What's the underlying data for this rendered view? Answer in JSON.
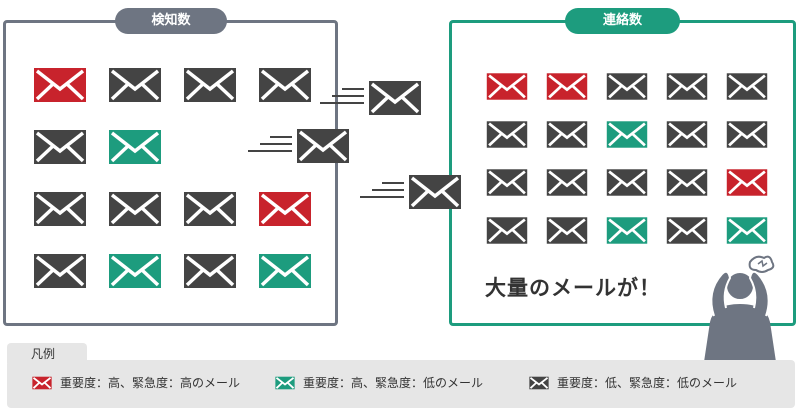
{
  "panels": {
    "left_title": "検知数",
    "right_title": "連絡数"
  },
  "shout": "大量のメールが！",
  "legend": {
    "title": "凡例",
    "items": [
      {
        "color": "#c8232c",
        "label": "重要度：高、緊急度：高のメール"
      },
      {
        "color": "#1d9c7e",
        "label": "重要度：高、緊急度：低のメール"
      },
      {
        "color": "#444444",
        "label": "重要度：低、緊急度：低のメール"
      }
    ]
  },
  "colors": {
    "red": "#c8232c",
    "green": "#1d9c7e",
    "dark": "#444444",
    "gray": "#6e7582"
  },
  "left_grid": [
    [
      "red",
      "dark",
      "dark",
      "dark"
    ],
    [
      "dark",
      "green",
      null,
      null
    ],
    [
      "dark",
      "dark",
      "dark",
      "red"
    ],
    [
      "dark",
      "green",
      "dark",
      "green"
    ]
  ],
  "right_grid": [
    [
      "red",
      "red",
      "dark",
      "dark",
      "dark"
    ],
    [
      "dark",
      "dark",
      "green",
      "dark",
      "dark"
    ],
    [
      "dark",
      "dark",
      "dark",
      "dark",
      "red"
    ],
    [
      "dark",
      "dark",
      "green",
      "dark",
      "green"
    ]
  ]
}
